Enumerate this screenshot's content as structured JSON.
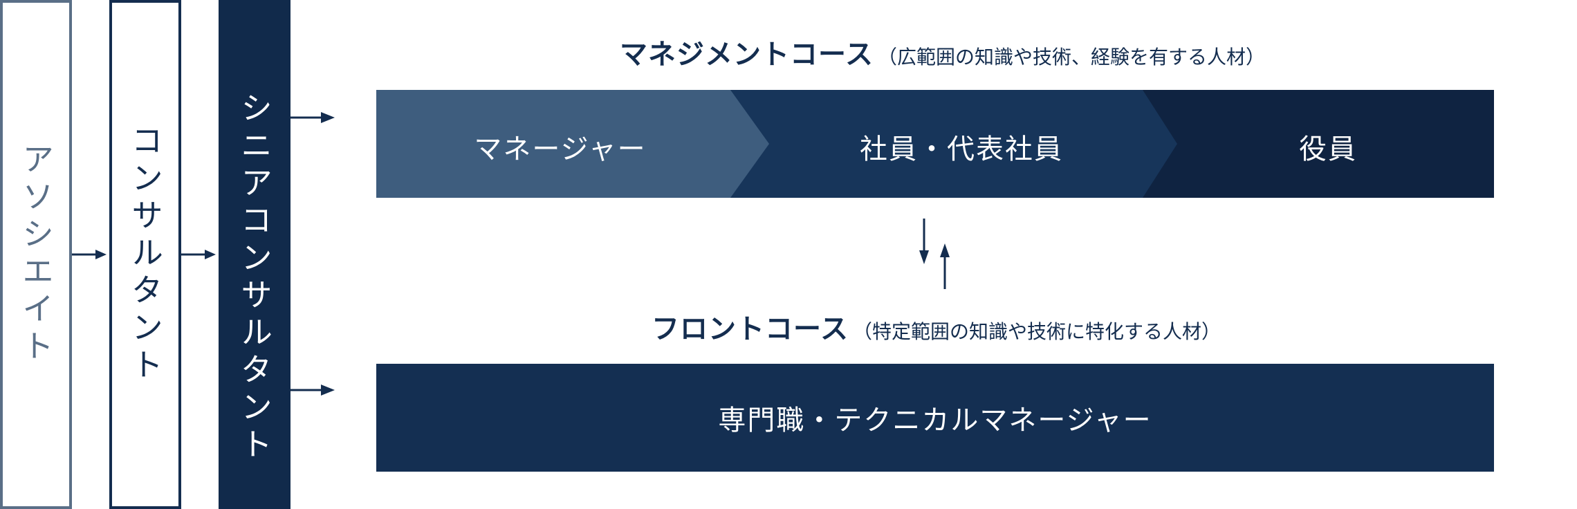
{
  "stages": [
    {
      "label": "アソシエイト"
    },
    {
      "label": "コンサルタント"
    },
    {
      "label": "シニアコンサルタント"
    }
  ],
  "management_course": {
    "title": "マネジメントコース",
    "note": "（広範囲の知識や技術、経験を有する人材）",
    "steps": [
      {
        "label": "マネージャー",
        "color": "#3e5d7e"
      },
      {
        "label": "社員・代表社員",
        "color": "#17355a"
      },
      {
        "label": "役員",
        "color": "#0f2341"
      }
    ]
  },
  "front_course": {
    "title": "フロントコース",
    "note": "（特定範囲の知識や技術に特化する人材）",
    "role": {
      "label": "専門職・テクニカルマネージャー",
      "color": "#142f52"
    }
  },
  "colors": {
    "navy": "#142d4f",
    "muted": "#5a6f87"
  }
}
